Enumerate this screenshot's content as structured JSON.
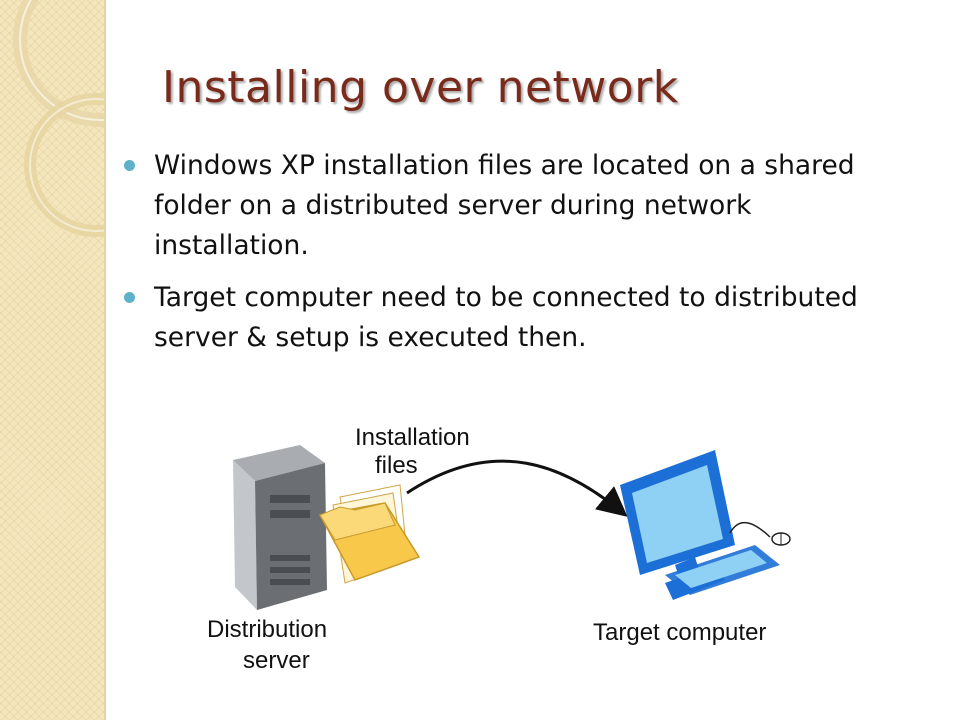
{
  "slide": {
    "title": "Installing over network",
    "bullets": [
      "Windows XP installation files are located on a shared folder on a distributed server during network installation.",
      "Target computer need to be connected to distributed server & setup is executed then."
    ]
  },
  "diagram": {
    "files_label": [
      "Installation",
      "files"
    ],
    "server_label": [
      "Distribution",
      "server"
    ],
    "target_label": "Target computer"
  },
  "colors": {
    "title": "#7a2a1a",
    "bullet": "#5fb0c9",
    "sidebar": "#f4e6bd",
    "monitor": "#1c6fd6",
    "screen": "#8fd0f5",
    "folder": "#f7c84a",
    "server": "#6b6f74"
  }
}
